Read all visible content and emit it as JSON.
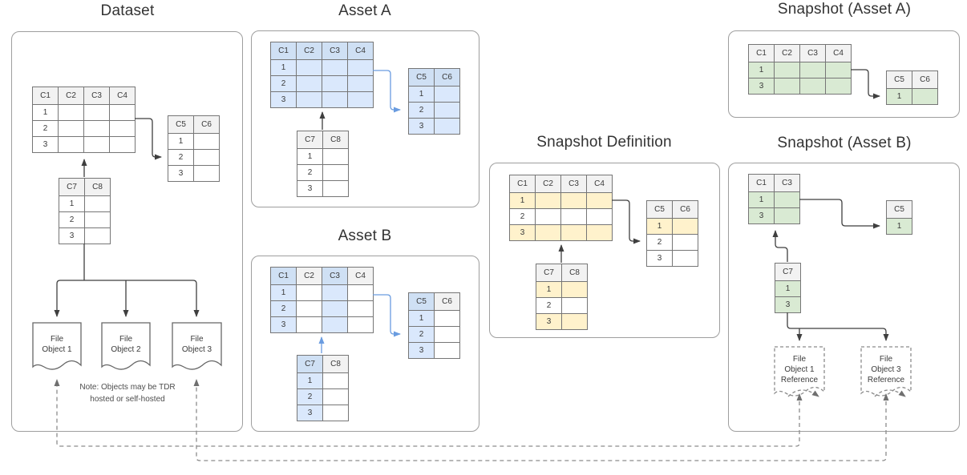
{
  "colors": {
    "blue": "#dae8fc",
    "blue_header": "#cfe0f4",
    "yellow": "#fff2cc",
    "green": "#d9ead3",
    "header_grey": "#f2f2f2",
    "arrow_dark": "#3f3f3f",
    "arrow_blue": "#6a9ce0",
    "dashed_grey": "#8c8c8c"
  },
  "panels": {
    "dataset": {
      "title": "Dataset",
      "note": "Note: Objects may be TDR\nhosted or self-hosted",
      "file_objects": [
        {
          "label": "File\nObject 1"
        },
        {
          "label": "File\nObject 2"
        },
        {
          "label": "File\nObject 3"
        }
      ]
    },
    "asset_a": {
      "title": "Asset A"
    },
    "asset_b": {
      "title": "Asset B"
    },
    "snapshot_definition": {
      "title": "Snapshot Definition"
    },
    "snapshot_asset_a": {
      "title": "Snapshot (Asset A)"
    },
    "snapshot_asset_b": {
      "title": "Snapshot (Asset B)",
      "file_references": [
        {
          "label": "File\nObject 1\nReference"
        },
        {
          "label": "File\nObject 3\nReference"
        }
      ]
    }
  },
  "tables": {
    "dataset_main": {
      "columns": [
        "C1",
        "C2",
        "C3",
        "C4"
      ],
      "row_labels": [
        "1",
        "2",
        "3"
      ],
      "hl_mode": "none"
    },
    "dataset_c5c6": {
      "columns": [
        "C5",
        "C6"
      ],
      "row_labels": [
        "1",
        "2",
        "3"
      ],
      "hl_mode": "none"
    },
    "dataset_c7c8": {
      "columns": [
        "C7",
        "C8"
      ],
      "row_labels": [
        "1",
        "2",
        "3"
      ],
      "hl_mode": "none"
    },
    "asset_a_main": {
      "columns": [
        "C1",
        "C2",
        "C3",
        "C4"
      ],
      "row_labels": [
        "1",
        "2",
        "3"
      ],
      "hl_mode": "all",
      "hl_color": "blue"
    },
    "asset_a_c5c6": {
      "columns": [
        "C5",
        "C6"
      ],
      "row_labels": [
        "1",
        "2",
        "3"
      ],
      "hl_mode": "all",
      "hl_color": "blue"
    },
    "asset_a_c7c8": {
      "columns": [
        "C7",
        "C8"
      ],
      "row_labels": [
        "1",
        "2",
        "3"
      ],
      "hl_mode": "none"
    },
    "asset_b_main": {
      "columns": [
        "C1",
        "C2",
        "C3",
        "C4"
      ],
      "row_labels": [
        "1",
        "2",
        "3"
      ],
      "hl_mode": "cols",
      "hl_cols": [
        0,
        2
      ],
      "hl_color": "blue"
    },
    "asset_b_c5c6": {
      "columns": [
        "C5",
        "C6"
      ],
      "row_labels": [
        "1",
        "2",
        "3"
      ],
      "hl_mode": "cols",
      "hl_cols": [
        0
      ],
      "hl_color": "blue"
    },
    "asset_b_c7c8": {
      "columns": [
        "C7",
        "C8"
      ],
      "row_labels": [
        "1",
        "2",
        "3"
      ],
      "hl_mode": "cols",
      "hl_cols": [
        0
      ],
      "hl_color": "blue"
    },
    "snapshot_definition_main": {
      "columns": [
        "C1",
        "C2",
        "C3",
        "C4"
      ],
      "row_labels": [
        "1",
        "2",
        "3"
      ],
      "hl_mode": "rows",
      "hl_rows": [
        0,
        2
      ],
      "hl_color": "yellow"
    },
    "snapshot_definition_c5c6": {
      "columns": [
        "C5",
        "C6"
      ],
      "row_labels": [
        "1",
        "2",
        "3"
      ],
      "hl_mode": "rows",
      "hl_rows": [
        0
      ],
      "hl_color": "yellow"
    },
    "snapshot_definition_c7c8": {
      "columns": [
        "C7",
        "C8"
      ],
      "row_labels": [
        "1",
        "2",
        "3"
      ],
      "hl_mode": "rows",
      "hl_rows": [
        0,
        2
      ],
      "hl_color": "yellow"
    },
    "snapshot_a_main": {
      "columns": [
        "C1",
        "C2",
        "C3",
        "C4"
      ],
      "row_labels": [
        "1",
        "3"
      ],
      "hl_mode": "rows",
      "hl_rows": [
        0,
        1
      ],
      "hl_color": "green"
    },
    "snapshot_a_c5c6": {
      "columns": [
        "C5",
        "C6"
      ],
      "row_labels": [
        "1"
      ],
      "hl_mode": "rows",
      "hl_rows": [
        0
      ],
      "hl_color": "green"
    },
    "snapshot_b_main": {
      "columns": [
        "C1",
        "C3"
      ],
      "row_labels": [
        "1",
        "3"
      ],
      "hl_mode": "rows",
      "hl_rows": [
        0,
        1
      ],
      "hl_color": "green"
    },
    "snapshot_b_c5": {
      "columns": [
        "C5"
      ],
      "row_labels": [
        "1"
      ],
      "hl_mode": "rows",
      "hl_rows": [
        0
      ],
      "hl_color": "green"
    },
    "snapshot_b_c7": {
      "columns": [
        "C7"
      ],
      "row_labels": [
        "1",
        "3"
      ],
      "hl_mode": "rows",
      "hl_rows": [
        0,
        1
      ],
      "hl_color": "green"
    }
  }
}
